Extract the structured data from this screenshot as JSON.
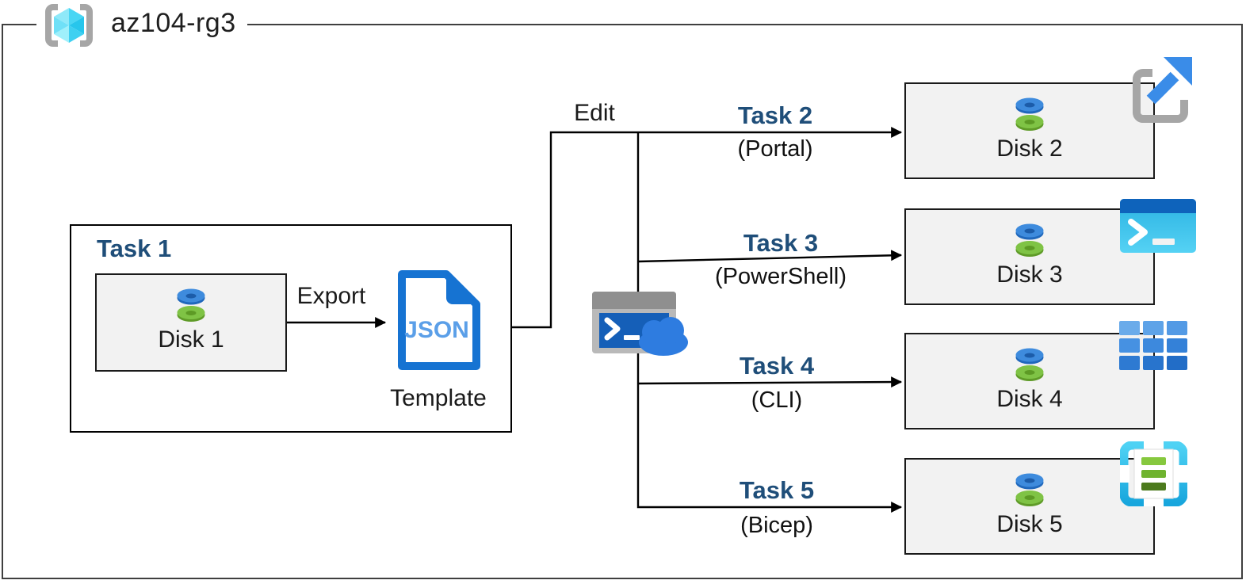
{
  "group": {
    "title": "az104-rg3"
  },
  "task1": {
    "label": "Task 1",
    "disk_label": "Disk 1",
    "export_label": "Export",
    "json_text": "JSON",
    "template_label": "Template"
  },
  "edit_label": "Edit",
  "branches": [
    {
      "task": "Task 2",
      "method": "(Portal)",
      "disk": "Disk 2",
      "tool_icon": "azure-portal-icon"
    },
    {
      "task": "Task 3",
      "method": "(PowerShell)",
      "disk": "Disk 3",
      "tool_icon": "powershell-icon"
    },
    {
      "task": "Task 4",
      "method": "(CLI)",
      "disk": "Disk 4",
      "tool_icon": "azure-cli-icon"
    },
    {
      "task": "Task 5",
      "method": "(Bicep)",
      "disk": "Disk 5",
      "tool_icon": "arm-template-icon"
    }
  ],
  "icons": {
    "group_icon": "resource-group-icon",
    "disk_icon": "managed-disk-icon",
    "template_icon": "json-template-icon",
    "shell_icon": "cloud-shell-icon"
  },
  "colors": {
    "task_label_blue": "#1F4E79",
    "box_fill_gray": "#F2F2F2",
    "connector_black": "#000000",
    "group_border_gray": "#3F3F3F",
    "json_doc_blue": "#1673D2",
    "json_text_blue": "#5B9FE8",
    "portal_arrow_blue": "#3A8CE8",
    "powershell_header_blue": "#0E63BB",
    "powershell_body_cyan": "#3CC6EE",
    "cli_grid_blue": "#418EE2",
    "template_frame_cyan": "#2DC3EF",
    "disk_top_blue": "#3E8BDD",
    "disk_bottom_green": "#7FC345",
    "cloud_blue": "#2E7CE0",
    "rg_cube_cyan": "#4DD5F3",
    "bracket_gray": "#A6A6A6"
  }
}
